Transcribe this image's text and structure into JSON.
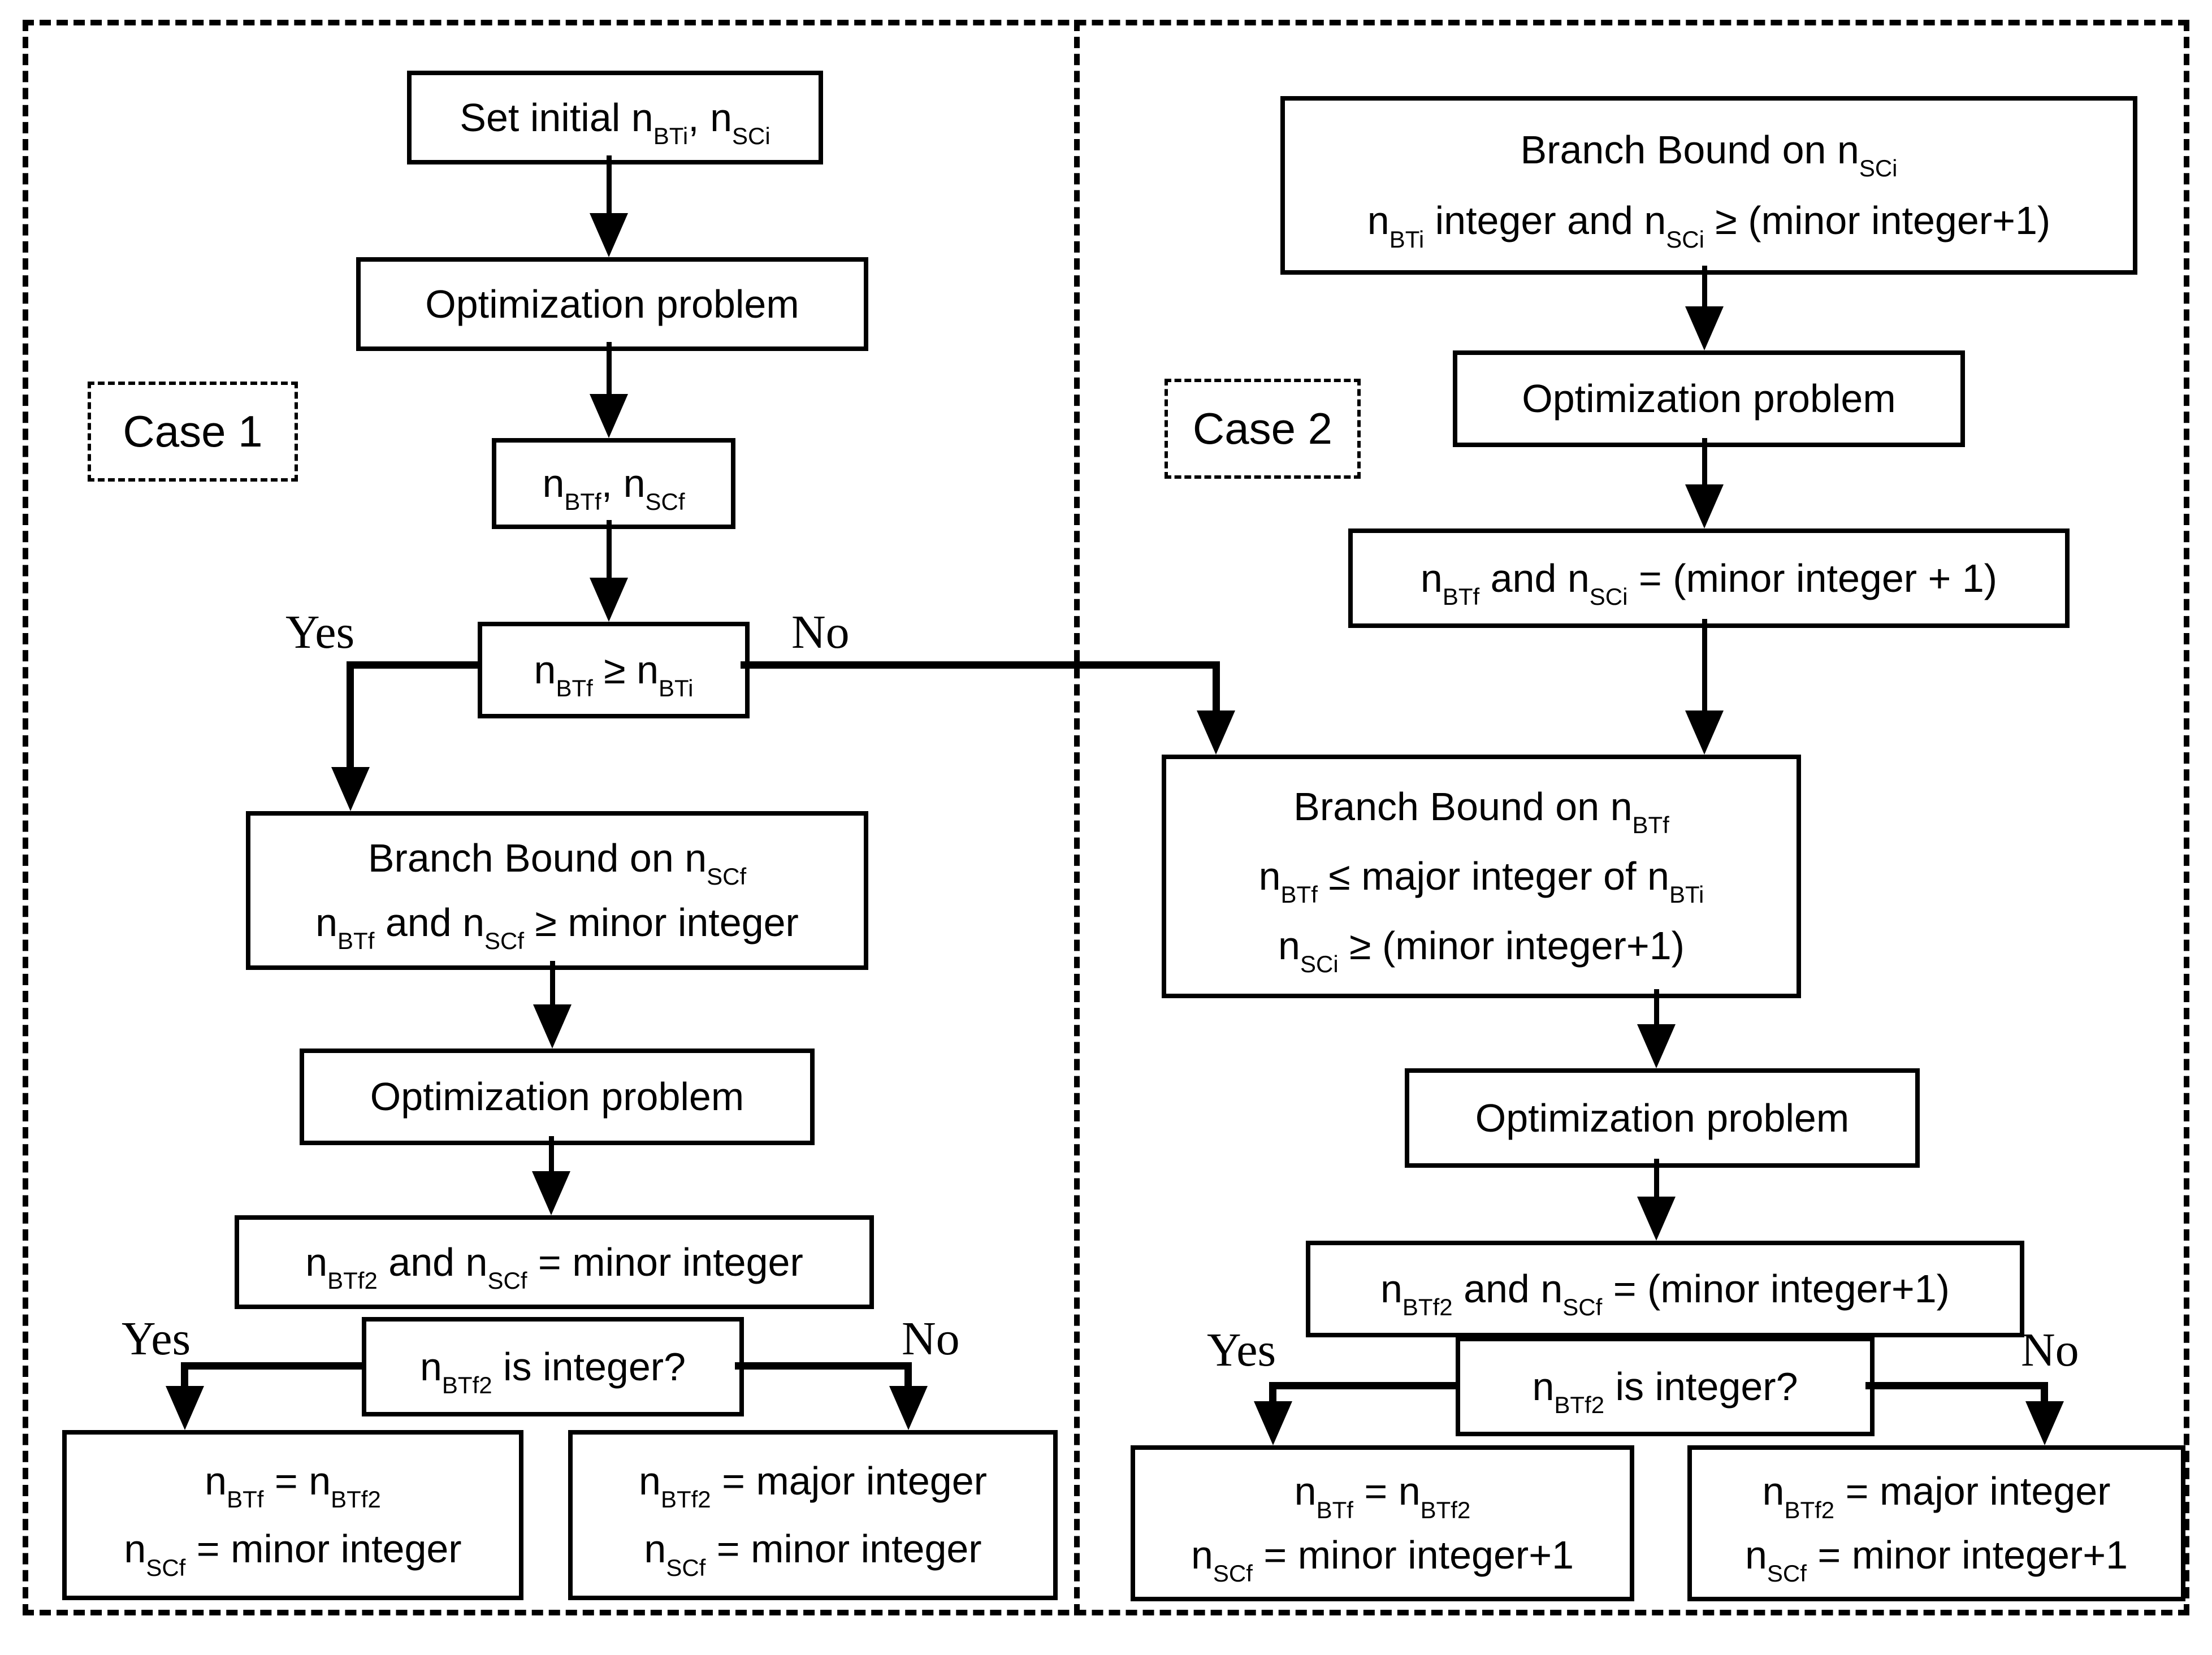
{
  "diagram": {
    "ink_color": "#000000",
    "background_color": "#ffffff",
    "case1": {
      "label": "Case 1",
      "set_initial": "Set initial n_{BTi}, n_{SCi}",
      "optimization_1": "Optimization problem",
      "result_vars": "n_{BTf}, n_{SCf}",
      "decision_1": "n_{BTf} ≥ n_{BTi}",
      "decision_1_yes": "Yes",
      "decision_1_no": "No",
      "branch_bound_scf": {
        "line1": "Branch Bound on n_{SCf}",
        "line2": "n_{BTf} and n_{SCf} ≥ minor integer"
      },
      "optimization_2": "Optimization problem",
      "update": "n_{BTf2} and n_{SCf} = minor integer",
      "decision_2": "n_{BTf2} is integer?",
      "decision_2_yes": "Yes",
      "decision_2_no": "No",
      "result_integer": {
        "line1": "n_{BTf} = n_{BTf2}",
        "line2": "n_{SCf} = minor integer"
      },
      "result_not_integer": {
        "line1": "n_{BTf2} = major integer",
        "line2": "n_{SCf} = minor integer"
      }
    },
    "case2": {
      "label": "Case 2",
      "branch_bound_sci": {
        "line1": "Branch Bound on n_{SCi}",
        "line2": "n_{BTi} integer and n_{SCi} ≥ (minor integer+1)"
      },
      "optimization_1": "Optimization problem",
      "update_1": "n_{BTf} and n_{SCi} = (minor integer + 1)",
      "branch_bound_btf": {
        "line1": "Branch Bound on n_{BTf}",
        "line2": "n_{BTf} ≤ major integer of n_{BTi}",
        "line3": "n_{SCi} ≥ (minor integer+1)"
      },
      "optimization_2": "Optimization problem",
      "update_2": "n_{BTf2} and n_{SCf} = (minor integer+1)",
      "decision": "n_{BTf2} is integer?",
      "decision_yes": "Yes",
      "decision_no": "No",
      "result_integer": {
        "line1": "n_{BTf} = n_{BTf2}",
        "line2": "n_{SCf} = minor integer+1"
      },
      "result_not_integer": {
        "line1": "n_{BTf2} = major integer",
        "line2": "n_{SCf} = minor integer+1"
      }
    }
  }
}
